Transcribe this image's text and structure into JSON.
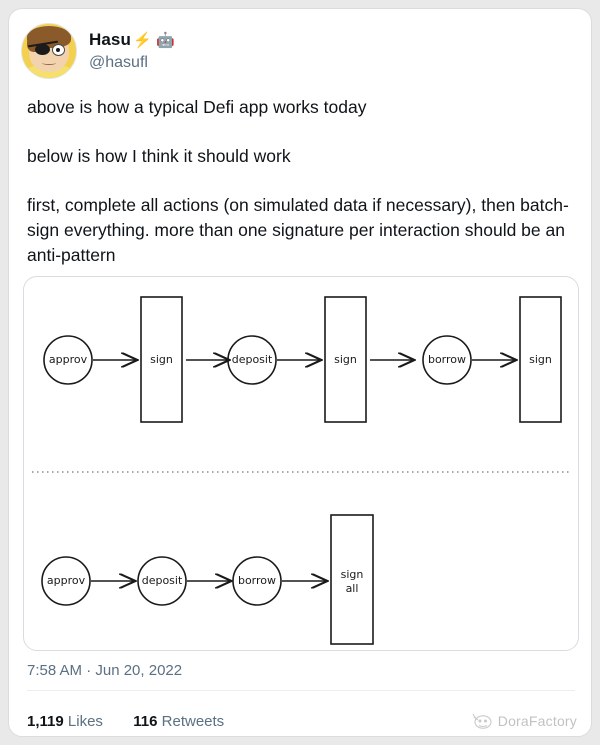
{
  "tweet": {
    "author": {
      "display_name": "Hasu",
      "name_emojis": "⚡ 🤖",
      "handle": "@hasufl",
      "avatar_name": "morty-eyepatch-avatar"
    },
    "paragraphs": [
      "above is how a typical Defi app works today",
      "below is how I think it should work",
      "first, complete all actions (on simulated data if necessary), then batch-sign everything. more than one signature per interaction should be an anti-pattern"
    ],
    "timestamp": "7:58 AM · Jun 20, 2022",
    "stats": {
      "likes_count": "1,119",
      "likes_label": "Likes",
      "retweets_count": "116",
      "retweets_label": "Retweets"
    }
  },
  "media": {
    "alt": "hand-drawn flow diagram comparing per-action signing with batch signing",
    "divider_style": "dotted",
    "stroke_color": "#1a1a1a",
    "rows": [
      {
        "row_name": "current-flow",
        "nodes": [
          {
            "id": "approve-1",
            "label": "approv",
            "shape": "circle"
          },
          {
            "id": "sign-1",
            "label": "sign",
            "shape": "rect"
          },
          {
            "id": "deposit-1",
            "label": "deposit",
            "shape": "circle"
          },
          {
            "id": "sign-2",
            "label": "sign",
            "shape": "rect"
          },
          {
            "id": "borrow-1",
            "label": "borrow",
            "shape": "circle"
          },
          {
            "id": "sign-3",
            "label": "sign",
            "shape": "rect"
          }
        ]
      },
      {
        "row_name": "proposed-flow",
        "nodes": [
          {
            "id": "approve-2",
            "label": "approv",
            "shape": "circle"
          },
          {
            "id": "deposit-2",
            "label": "deposit",
            "shape": "circle"
          },
          {
            "id": "borrow-2",
            "label": "borrow",
            "shape": "circle"
          },
          {
            "id": "sign-all",
            "label_line1": "sign",
            "label_line2": "all",
            "shape": "rect"
          }
        ]
      }
    ]
  },
  "watermark": {
    "label": "DoraFactory",
    "icon": "dora-logo-icon"
  },
  "colors": {
    "page_background": "#e9e9e9",
    "card_background": "#ffffff",
    "card_border": "#dcdcdc",
    "text_primary": "#0f1419",
    "text_secondary": "#5b7083"
  }
}
